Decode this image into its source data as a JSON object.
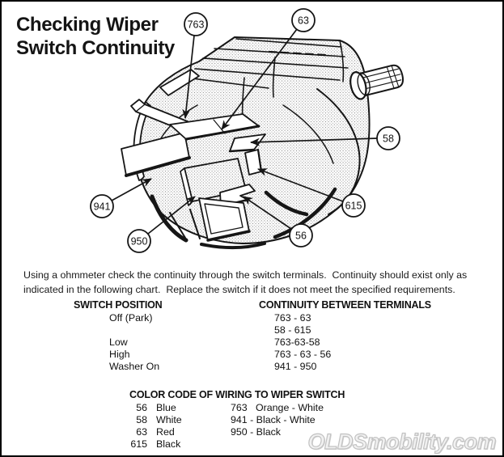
{
  "figure": {
    "title_line1": "Checking Wiper",
    "title_line2": "Switch Continuity",
    "callouts": [
      {
        "label": "763"
      },
      {
        "label": "63"
      },
      {
        "label": "58"
      },
      {
        "label": "615"
      },
      {
        "label": "56"
      },
      {
        "label": "941"
      },
      {
        "label": "950"
      }
    ]
  },
  "description": "Using a ohmmeter check the continuity through the switch terminals.  Continuity should exist only as indicated in the following chart.  Replace the switch if it does not meet the specified requirements.",
  "continuity_table": {
    "position_header": "SWITCH POSITION",
    "terminals_header": "CONTINUITY BETWEEN TERMINALS",
    "rows": [
      {
        "position": "Off (Park)",
        "terminals": "763 - 63"
      },
      {
        "position": "",
        "terminals": "58 - 615"
      },
      {
        "position": "Low",
        "terminals": "763-63-58"
      },
      {
        "position": "High",
        "terminals": "763 - 63 - 56"
      },
      {
        "position": "Washer On",
        "terminals": "941 - 950"
      }
    ]
  },
  "color_code": {
    "title": "COLOR CODE OF WIRING TO WIPER SWITCH",
    "left": [
      {
        "terminal": "56",
        "color": "Blue"
      },
      {
        "terminal": "58",
        "color": "White"
      },
      {
        "terminal": "63",
        "color": "Red"
      },
      {
        "terminal": "615",
        "color": "Black"
      }
    ],
    "right": [
      "763   Orange - White",
      "941 - Black - White",
      "950 - Black"
    ]
  },
  "watermark": "OLDSmobility.com",
  "colors": {
    "ink": "#141414",
    "paper": "#ffffff",
    "watermark_gray": "#c2c2c2"
  }
}
